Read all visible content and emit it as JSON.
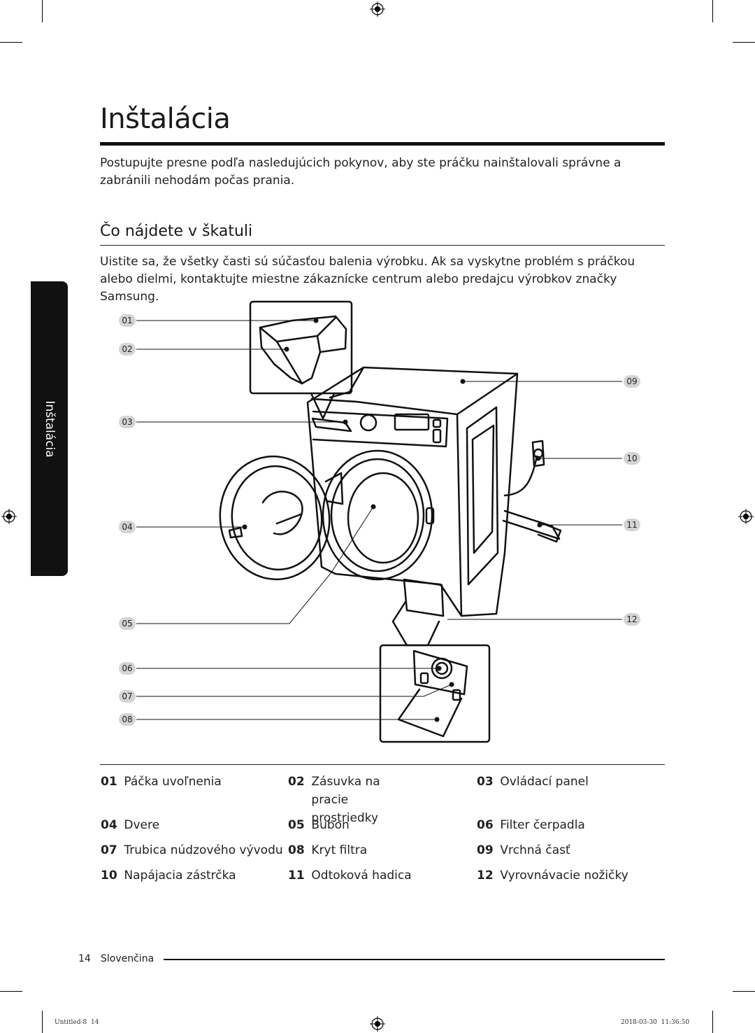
{
  "page": {
    "title": "Inštalácia",
    "intro": "Postupujte presne podľa nasledujúcich pokynov, aby ste práčku nainštalovali správne a zabránili nehodám počas prania.",
    "section_heading": "Čo nájdete v škatuli",
    "section_text": "Uistite sa, že všetky časti sú súčasťou balenia výrobku. Ak sa vyskytne problém s práčkou alebo dielmi, kontaktujte miestne zákaznícke centrum alebo predajcu výrobkov značky Samsung.",
    "side_tab": "Inštalácia"
  },
  "callouts": {
    "c01": "01",
    "c02": "02",
    "c03": "03",
    "c04": "04",
    "c05": "05",
    "c06": "06",
    "c07": "07",
    "c08": "08",
    "c09": "09",
    "c10": "10",
    "c11": "11",
    "c12": "12"
  },
  "legend": [
    {
      "num": "01",
      "label": "Páčka uvoľnenia"
    },
    {
      "num": "02",
      "label": "Zásuvka na pracie prostriedky"
    },
    {
      "num": "03",
      "label": "Ovládací panel"
    },
    {
      "num": "04",
      "label": "Dvere"
    },
    {
      "num": "05",
      "label": "Bubon"
    },
    {
      "num": "06",
      "label": "Filter čerpadla"
    },
    {
      "num": "07",
      "label": "Trubica núdzového vývodu"
    },
    {
      "num": "08",
      "label": "Kryt filtra"
    },
    {
      "num": "09",
      "label": "Vrchná časť"
    },
    {
      "num": "10",
      "label": "Napájacia zástrčka"
    },
    {
      "num": "11",
      "label": "Odtoková hadica"
    },
    {
      "num": "12",
      "label": "Vyrovnávacie nožičky"
    }
  ],
  "footer": {
    "page_number": "14",
    "language": "Slovenčina",
    "file_name": "Untitled-8",
    "file_page": "14",
    "date": "2018-03-30",
    "time": "11:36:50"
  }
}
